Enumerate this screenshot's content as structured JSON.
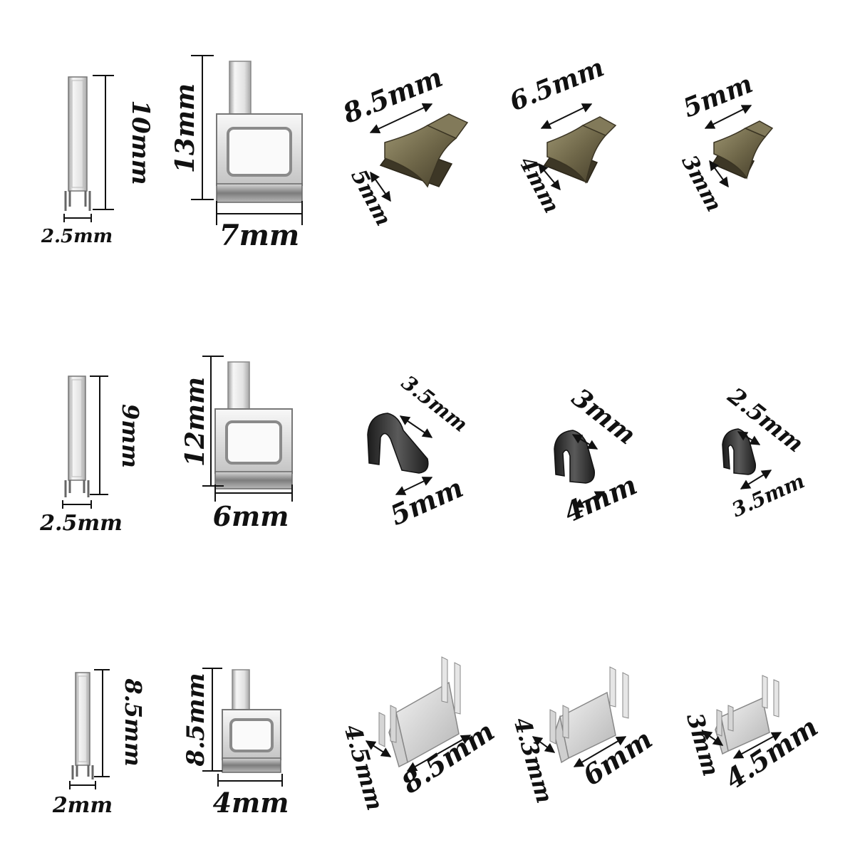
{
  "rows": [
    {
      "bottom_stop": {
        "height": "10mm",
        "width": "2.5mm"
      },
      "top_stop": {
        "height": "13mm",
        "width": "7mm"
      },
      "pieces": [
        {
          "kind": "bronze-bracket",
          "width": "8.5mm",
          "depth": "5mm"
        },
        {
          "kind": "bronze-bracket",
          "width": "6.5mm",
          "depth": "4mm"
        },
        {
          "kind": "bronze-bracket",
          "width": "5mm",
          "depth": "3mm"
        }
      ]
    },
    {
      "bottom_stop": {
        "height": "9mm",
        "width": "2.5mm"
      },
      "top_stop": {
        "height": "12mm",
        "width": "6mm"
      },
      "pieces": [
        {
          "kind": "u-clip",
          "width": "3.5mm",
          "depth": "5mm"
        },
        {
          "kind": "u-clip",
          "width": "3mm",
          "depth": "4mm"
        },
        {
          "kind": "u-clip",
          "width": "2.5mm",
          "depth": "3.5mm"
        }
      ]
    },
    {
      "bottom_stop": {
        "height": "8.5mm",
        "width": "2mm"
      },
      "top_stop": {
        "height": "8.5mm",
        "width": "4mm"
      },
      "pieces": [
        {
          "kind": "silver-staple",
          "width": "4.5mm",
          "depth": "8.5mm"
        },
        {
          "kind": "silver-staple",
          "width": "4.3mm",
          "depth": "6mm"
        },
        {
          "kind": "silver-staple",
          "width": "3mm",
          "depth": "4.5mm"
        }
      ]
    }
  ],
  "colors": {
    "silver_light": "#f4f4f4",
    "silver_mid": "#c9c9c9",
    "silver_dark": "#8a8a8a",
    "bronze_light": "#8c8362",
    "bronze_dark": "#4a4330",
    "clip_dark": "#2b2b2b"
  }
}
